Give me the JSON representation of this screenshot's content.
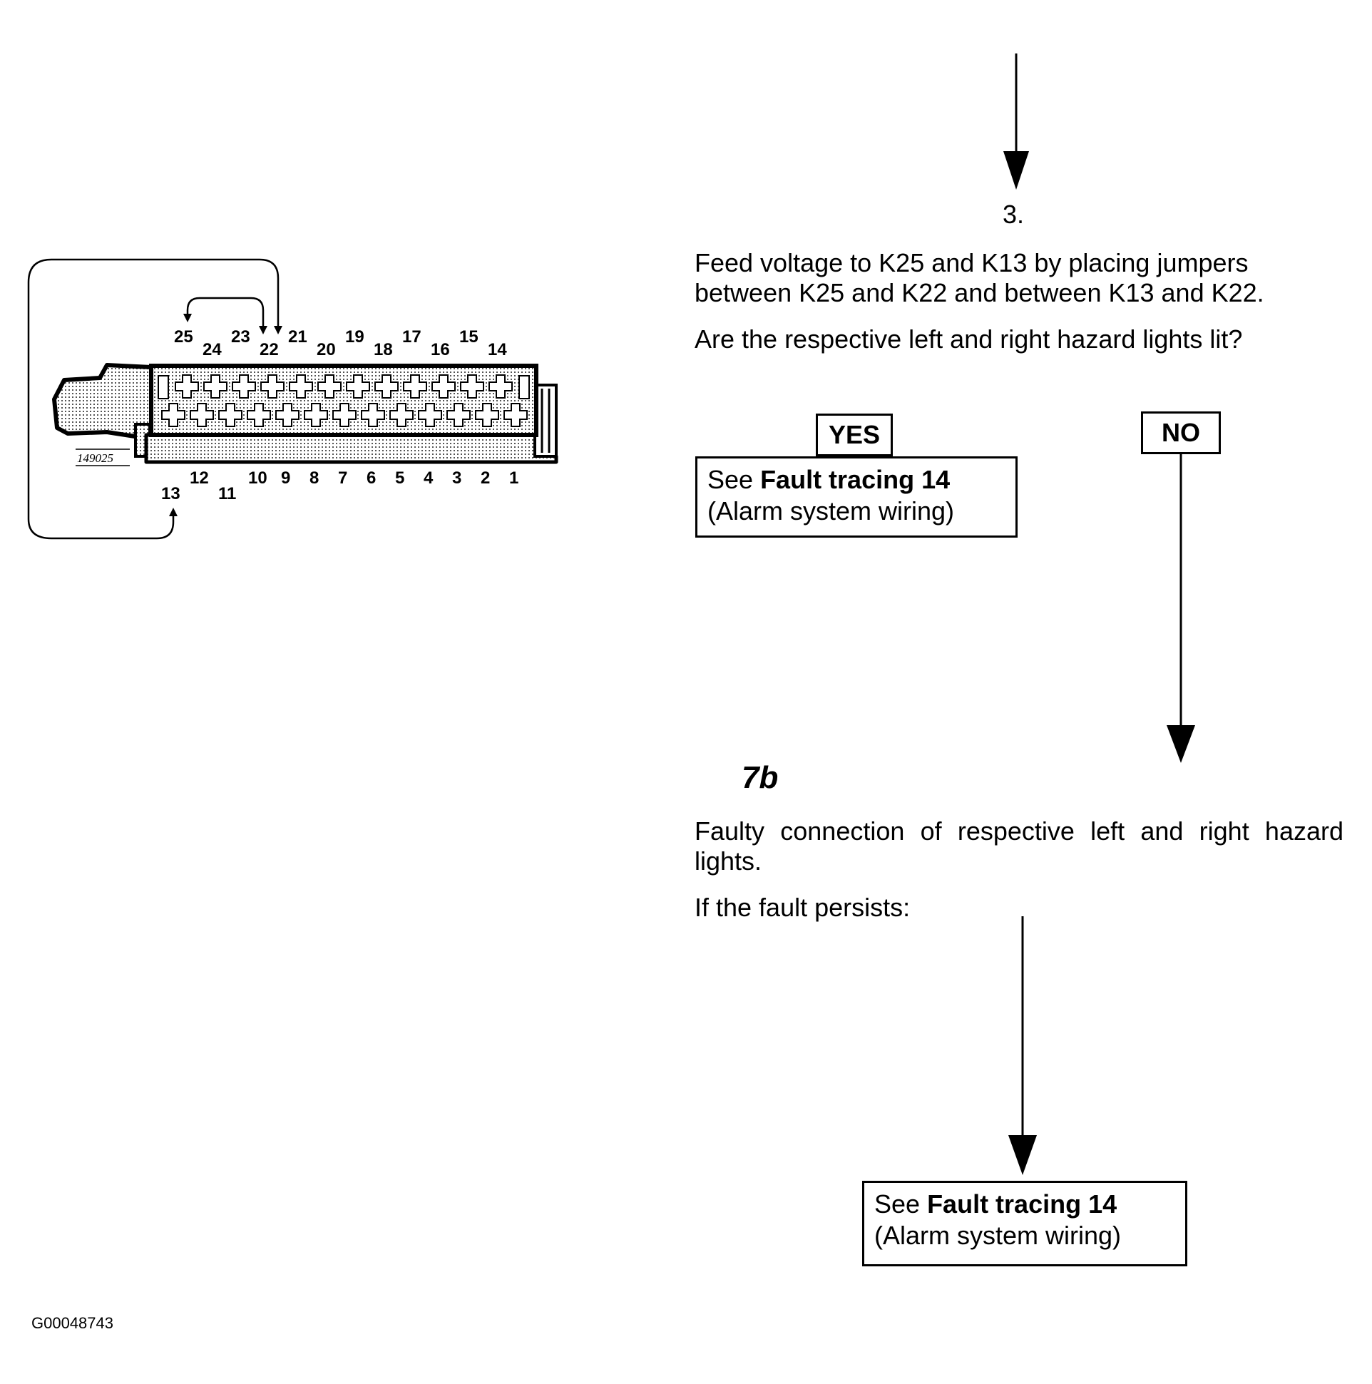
{
  "connector": {
    "part_number": "149025",
    "top_row_pins": [
      "25",
      "24",
      "23",
      "22",
      "21",
      "20",
      "19",
      "18",
      "17",
      "16",
      "15",
      "14"
    ],
    "bottom_row_pins": [
      "13",
      "12",
      "11",
      "10",
      "9",
      "8",
      "7",
      "6",
      "5",
      "4",
      "3",
      "2",
      "1"
    ]
  },
  "step3": {
    "number": "3.",
    "instruction": "Feed voltage to K25 and K13 by placing jumpers between K25 and K22 and between K13 and K22.",
    "question": "Are the respective left and right hazard lights lit?"
  },
  "branch": {
    "yes_label": "YES",
    "no_label": "NO"
  },
  "yes_result": {
    "prefix": "See ",
    "bold": "Fault tracing 14",
    "line2": "(Alarm system wiring)"
  },
  "step7b": {
    "label": "7b",
    "text": "Faulty connection of respective left and right hazard lights.",
    "followup": "If the fault persists:"
  },
  "final_result": {
    "prefix": "See ",
    "bold": "Fault tracing 14",
    "line2": "(Alarm system wiring)"
  },
  "figure_code": "G00048743"
}
